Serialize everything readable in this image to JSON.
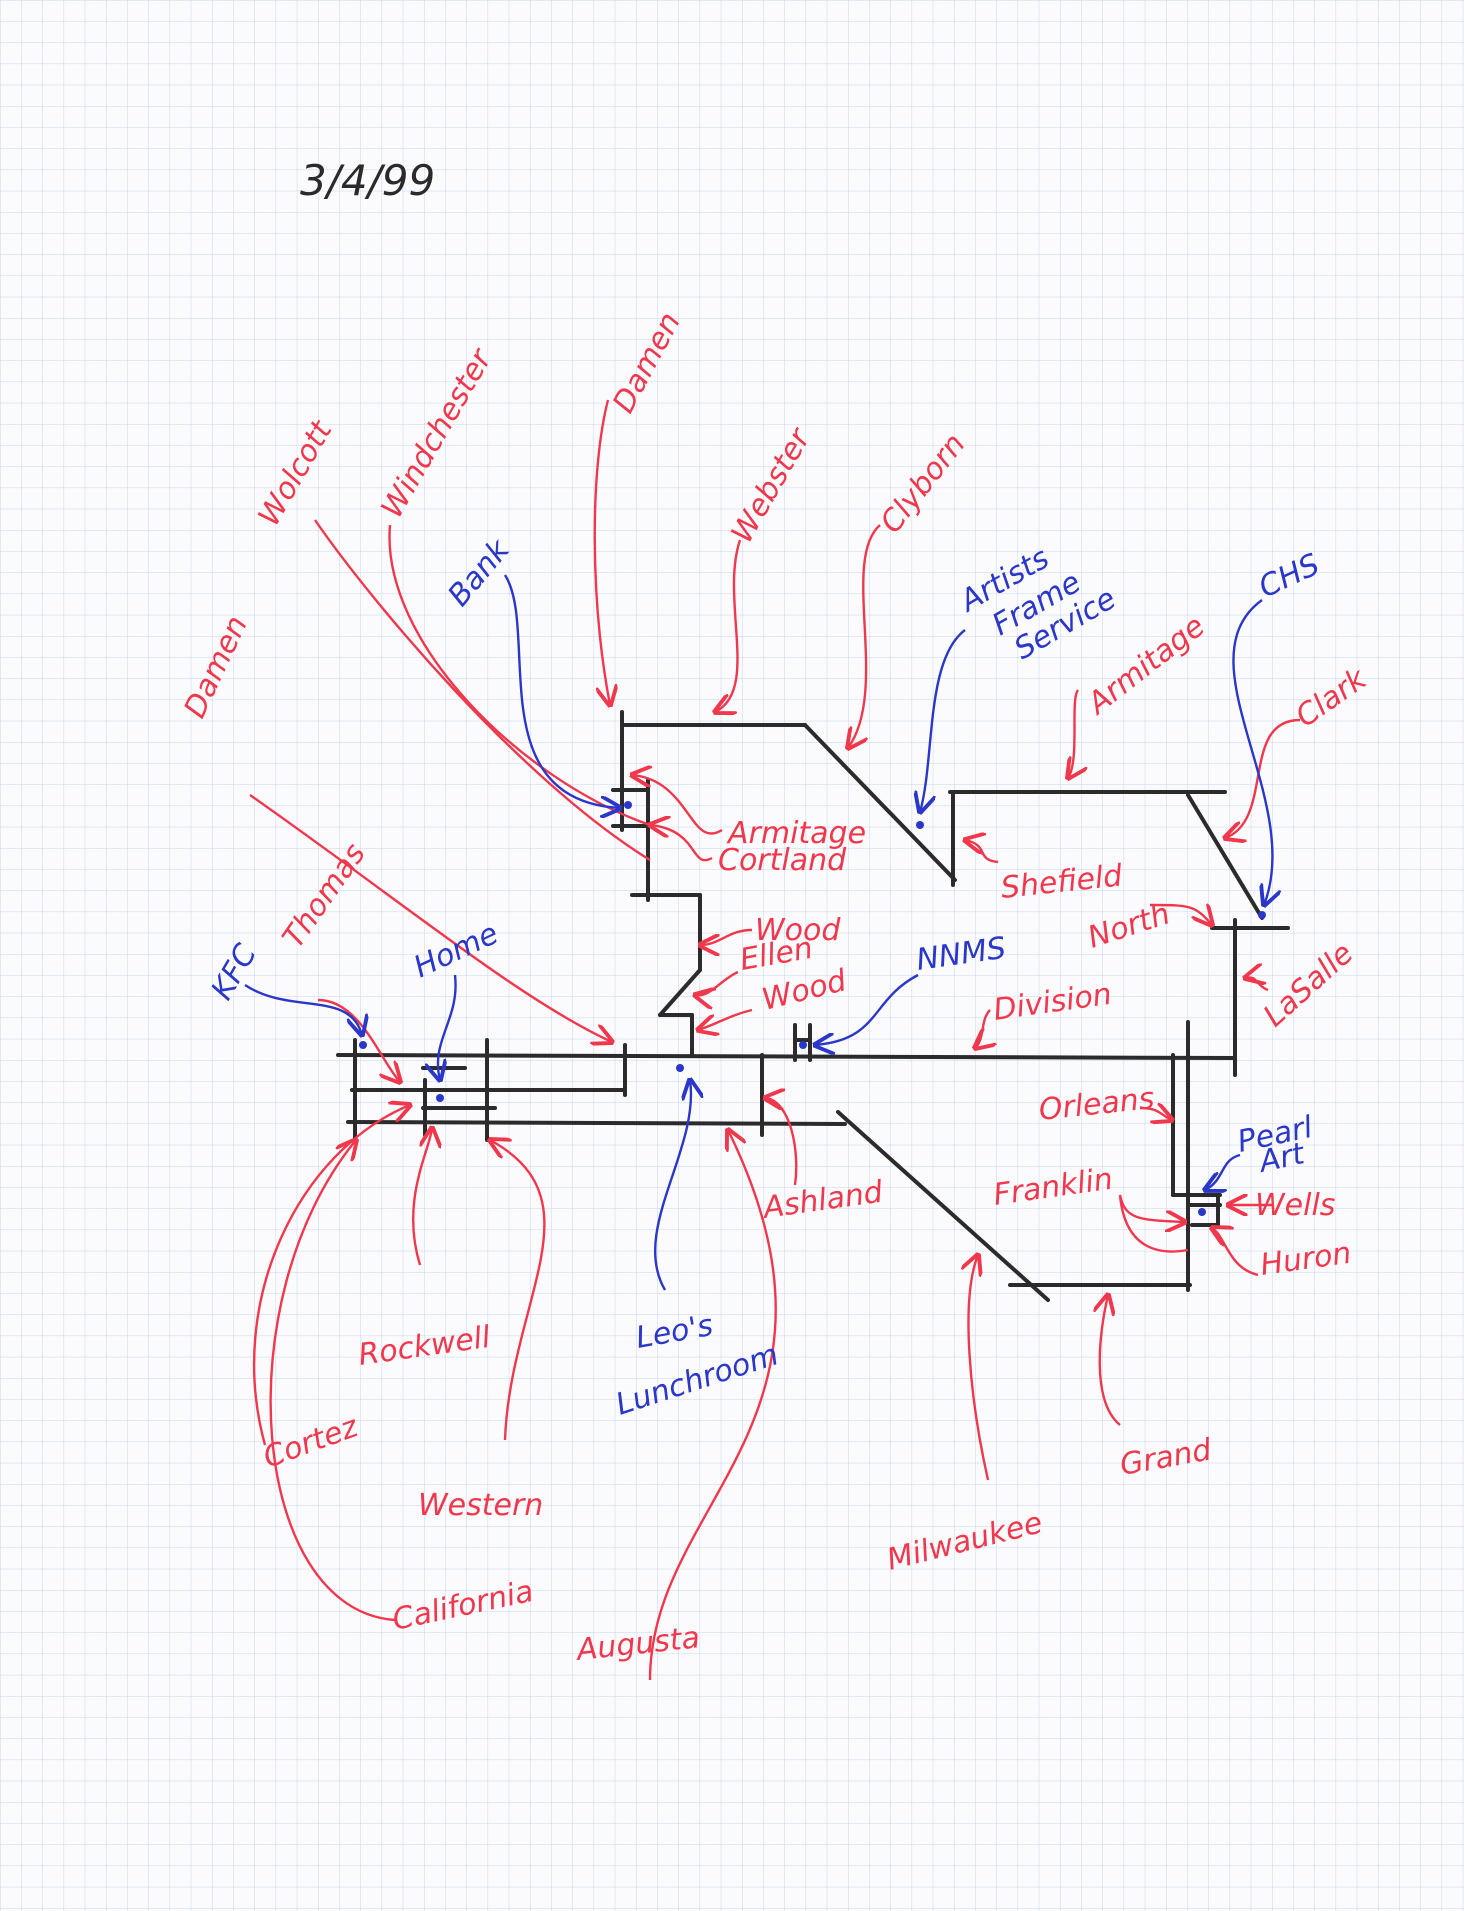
{
  "date": "3/4/99",
  "colors": {
    "street_name": "#f0384d",
    "place": "#2a37c8",
    "road_line": "#2b2b2b",
    "grid": "#c9d3ec"
  },
  "streets": {
    "damen_top": "Damen",
    "wolcott": "Wolcott",
    "windchester": "Windchester",
    "webster": "Webster",
    "clyborn": "Clyborn",
    "damen_left": "Damen",
    "armitage_mid": "Armitage",
    "cortland": "Cortland",
    "shefield": "Shefield",
    "armitage_right": "Armitage",
    "clark": "Clark",
    "north": "North",
    "lasalle": "LaSalle",
    "wood_upper": "Wood",
    "ellen": "Ellen",
    "wood_lower": "Wood",
    "division": "Division",
    "thomas": "Thomas",
    "ashland": "Ashland",
    "orleans": "Orleans",
    "franklin": "Franklin",
    "wells": "Wells",
    "huron": "Huron",
    "rockwell": "Rockwell",
    "cortez": "Cortez",
    "western": "Western",
    "california": "California",
    "augusta": "Augusta",
    "milwaukee": "Milwaukee",
    "grand": "Grand"
  },
  "places": {
    "bank": "Bank",
    "artists_line1": "Artists",
    "artists_line2": "Frame",
    "artists_line3": "Service",
    "chs": "CHS",
    "nnms": "NNMS",
    "kfc": "KFC",
    "home": "Home",
    "leos_line1": "Leo's",
    "leos_line2": "Lunchroom",
    "pearl_line1": "Pearl",
    "pearl_line2": "Art"
  }
}
